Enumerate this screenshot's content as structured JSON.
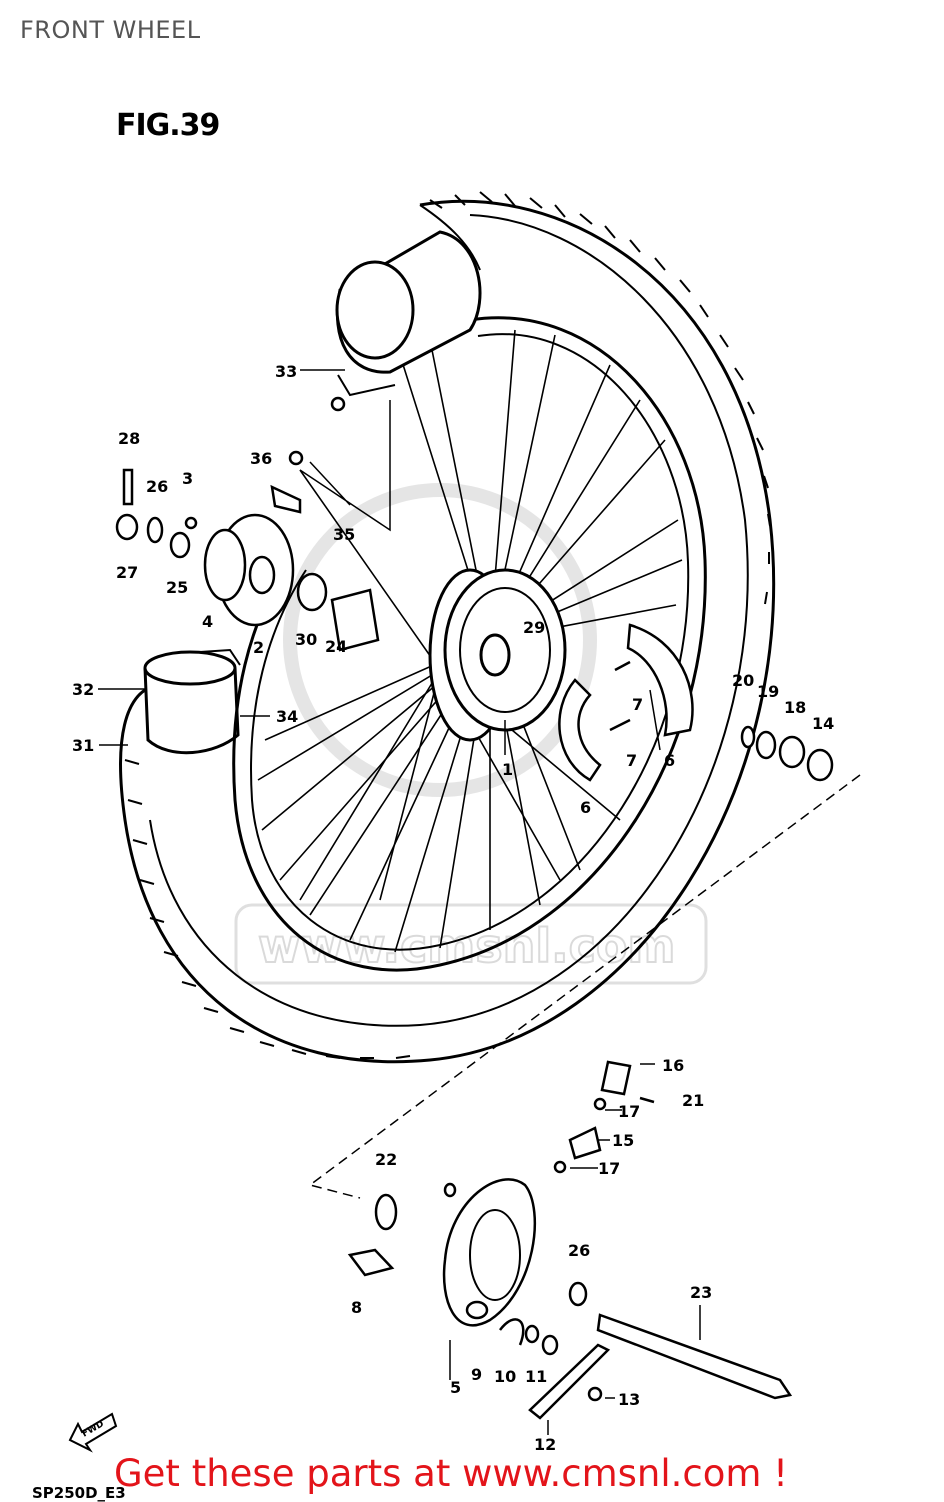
{
  "header": {
    "title": "FRONT WHEEL"
  },
  "figure": {
    "label": "FIG.39",
    "model_code": "SP250D_E3"
  },
  "watermark": {
    "text": "www.cmsnl.com"
  },
  "promo": {
    "text": "Get these parts at www.cmsnl.com !",
    "color": "#e3141a"
  },
  "fwd_arrow": {
    "label": "FWD"
  },
  "callouts": [
    {
      "id": "c33",
      "label": "33"
    },
    {
      "id": "c28",
      "label": "28"
    },
    {
      "id": "c36",
      "label": "36"
    },
    {
      "id": "c26a",
      "label": "26"
    },
    {
      "id": "c3",
      "label": "3"
    },
    {
      "id": "c35",
      "label": "35"
    },
    {
      "id": "c27",
      "label": "27"
    },
    {
      "id": "c25",
      "label": "25"
    },
    {
      "id": "c4",
      "label": "4"
    },
    {
      "id": "c2",
      "label": "2"
    },
    {
      "id": "c30",
      "label": "30"
    },
    {
      "id": "c24",
      "label": "24"
    },
    {
      "id": "c29",
      "label": "29"
    },
    {
      "id": "c32",
      "label": "32"
    },
    {
      "id": "c34",
      "label": "34"
    },
    {
      "id": "c31",
      "label": "31"
    },
    {
      "id": "c1",
      "label": "1"
    },
    {
      "id": "c7a",
      "label": "7"
    },
    {
      "id": "c7b",
      "label": "7"
    },
    {
      "id": "c6a",
      "label": "6"
    },
    {
      "id": "c6b",
      "label": "6"
    },
    {
      "id": "c20",
      "label": "20"
    },
    {
      "id": "c19",
      "label": "19"
    },
    {
      "id": "c18",
      "label": "18"
    },
    {
      "id": "c14",
      "label": "14"
    },
    {
      "id": "c16",
      "label": "16"
    },
    {
      "id": "c17a",
      "label": "17"
    },
    {
      "id": "c21",
      "label": "21"
    },
    {
      "id": "c15",
      "label": "15"
    },
    {
      "id": "c17b",
      "label": "17"
    },
    {
      "id": "c22",
      "label": "22"
    },
    {
      "id": "c26b",
      "label": "26"
    },
    {
      "id": "c23",
      "label": "23"
    },
    {
      "id": "c8",
      "label": "8"
    },
    {
      "id": "c5",
      "label": "5"
    },
    {
      "id": "c9",
      "label": "9"
    },
    {
      "id": "c10",
      "label": "10"
    },
    {
      "id": "c11",
      "label": "11"
    },
    {
      "id": "c13",
      "label": "13"
    },
    {
      "id": "c12",
      "label": "12"
    }
  ]
}
